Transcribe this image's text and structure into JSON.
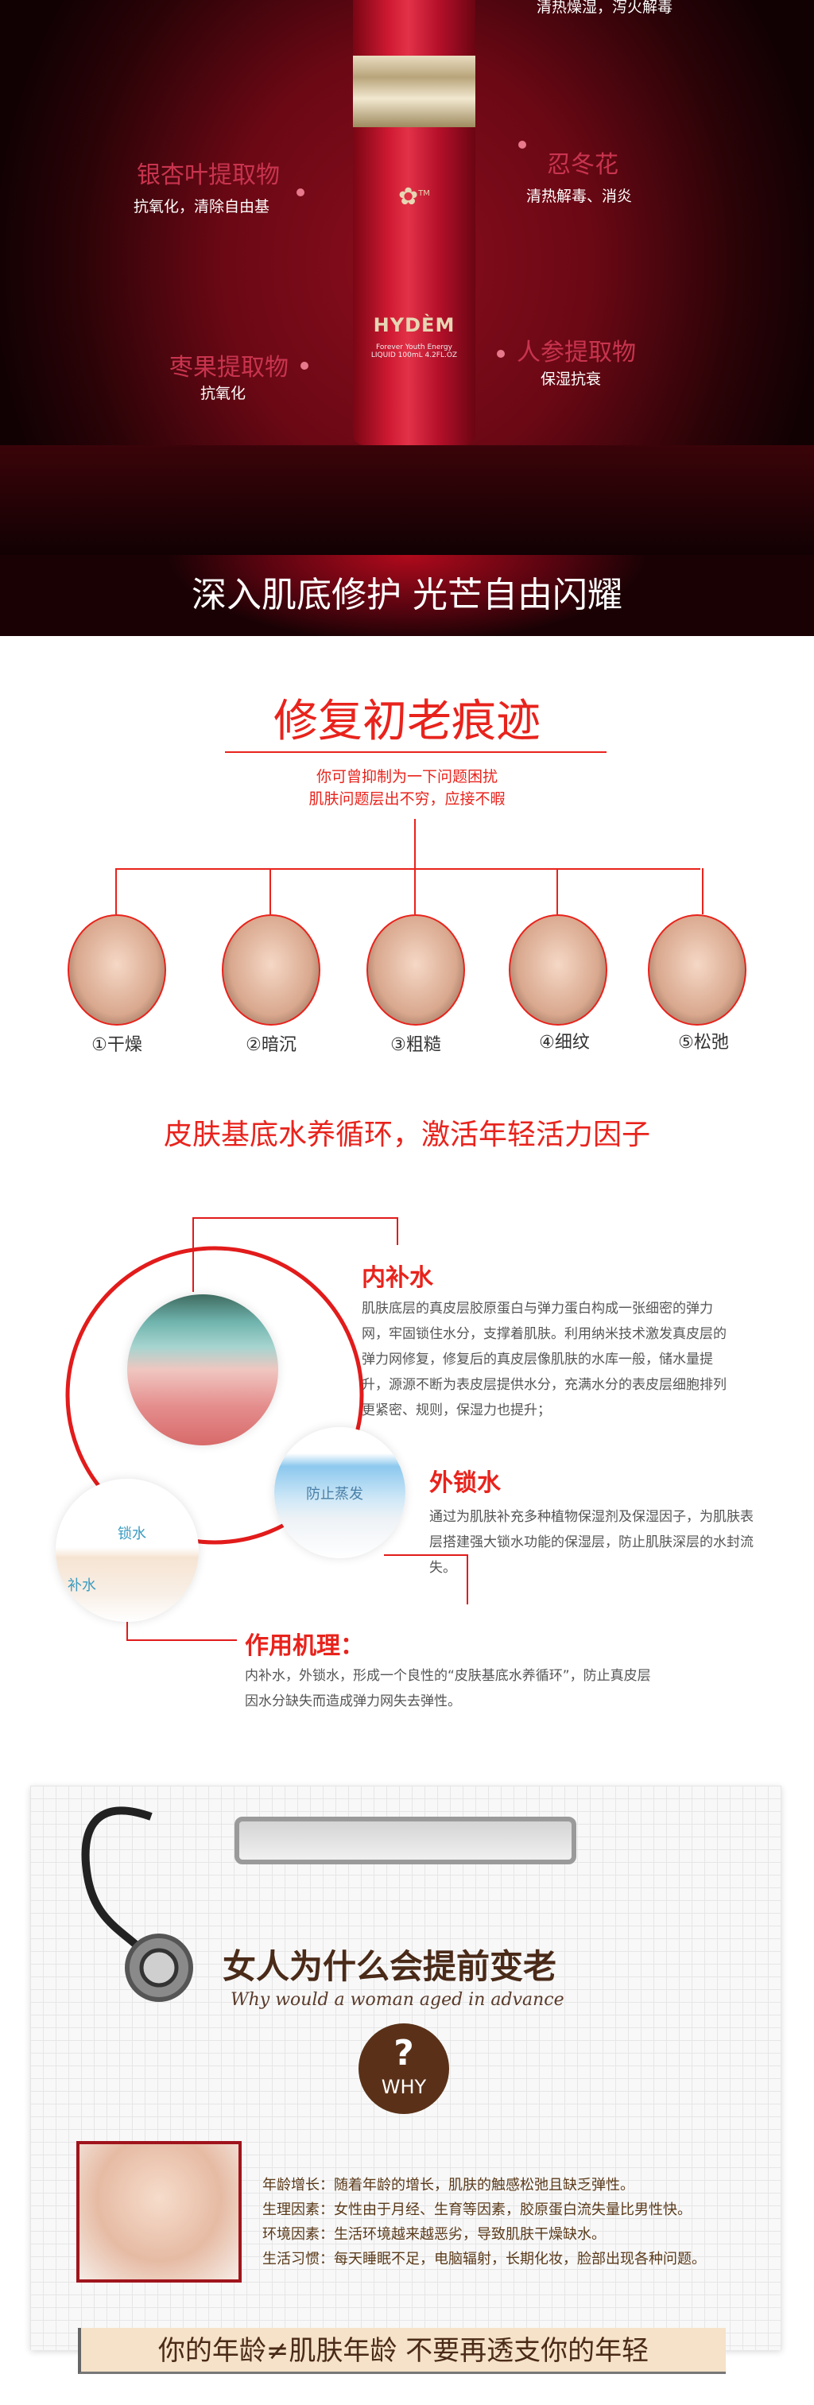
{
  "hero": {
    "top_right_desc": "清热燥湿，泻火解毒",
    "bottle": {
      "logo_mark": "TM",
      "brand": "HYDÈM",
      "small_text": "Forever Youth Energy LIQUID 100mL 4.2FL.OZ"
    },
    "ingredients": [
      {
        "name": "银杏叶提取物",
        "desc": "抗氧化，清除自由基"
      },
      {
        "name": "忍冬花",
        "desc": "清热解毒、消炎"
      },
      {
        "name": "枣果提取物",
        "desc": "抗氧化"
      },
      {
        "name": "人参提取物",
        "desc": "保湿抗衰"
      }
    ],
    "caption": "深入肌底修护 光芒自由闪耀"
  },
  "repair": {
    "title": "修复初老痕迹",
    "subtitle_1": "你可曾抑制为一下问题困扰",
    "subtitle_2": "肌肤问题层出不穷，应接不暇",
    "problems": [
      "①干燥",
      "②暗沉",
      "③粗糙",
      "④细纹",
      "⑤松弛"
    ]
  },
  "cycle": {
    "title": "皮肤基底水养循环，激活年轻活力因子",
    "inner": {
      "title": "内补水",
      "text": "肌肤底层的真皮层胶原蛋白与弹力蛋白构成一张细密的弹力网，牢固锁住水分，支撑着肌肤。利用纳米技术激发真皮层的弹力网修复，修复后的真皮层像肌肤的水库一般，储水量提升，源源不断为表皮层提供水分，充满水分的表皮层细胞排列更紧密、规则，保湿力也提升；"
    },
    "outer": {
      "title": "外锁水",
      "text": "通过为肌肤补充多种植物保湿剂及保湿因子，为肌肤表层搭建强大锁水功能的保湿层，防止肌肤深层的水封流失。"
    },
    "mechanism": {
      "title": "作用机理：",
      "text": "内补水，外锁水，形成一个良性的“皮肤基底水养循环”，防止真皮层因水分缺失而造成弹力网失去弹性。"
    },
    "img_labels": {
      "prevent": "防止蒸发",
      "lock": "锁水",
      "replenish": "补水"
    }
  },
  "why": {
    "title": "女人为什么会提前变老",
    "subtitle": "Why would a woman aged in advance",
    "badge": "WHY",
    "reasons": [
      "年龄增长：随着年龄的增长，肌肤的触感松弛且缺乏弹性。",
      "生理因素：女性由于月经、生育等因素，胶原蛋白流失量比男性快。",
      "环境因素：生活环境越来越恶劣，导致肌肤干燥缺水。",
      "生活习惯：每天睡眠不足，电脑辐射，长期化妆，脸部出现各种问题。"
    ],
    "banner": "你的年龄≠肌肤年龄 不要再透支你的年轻"
  }
}
